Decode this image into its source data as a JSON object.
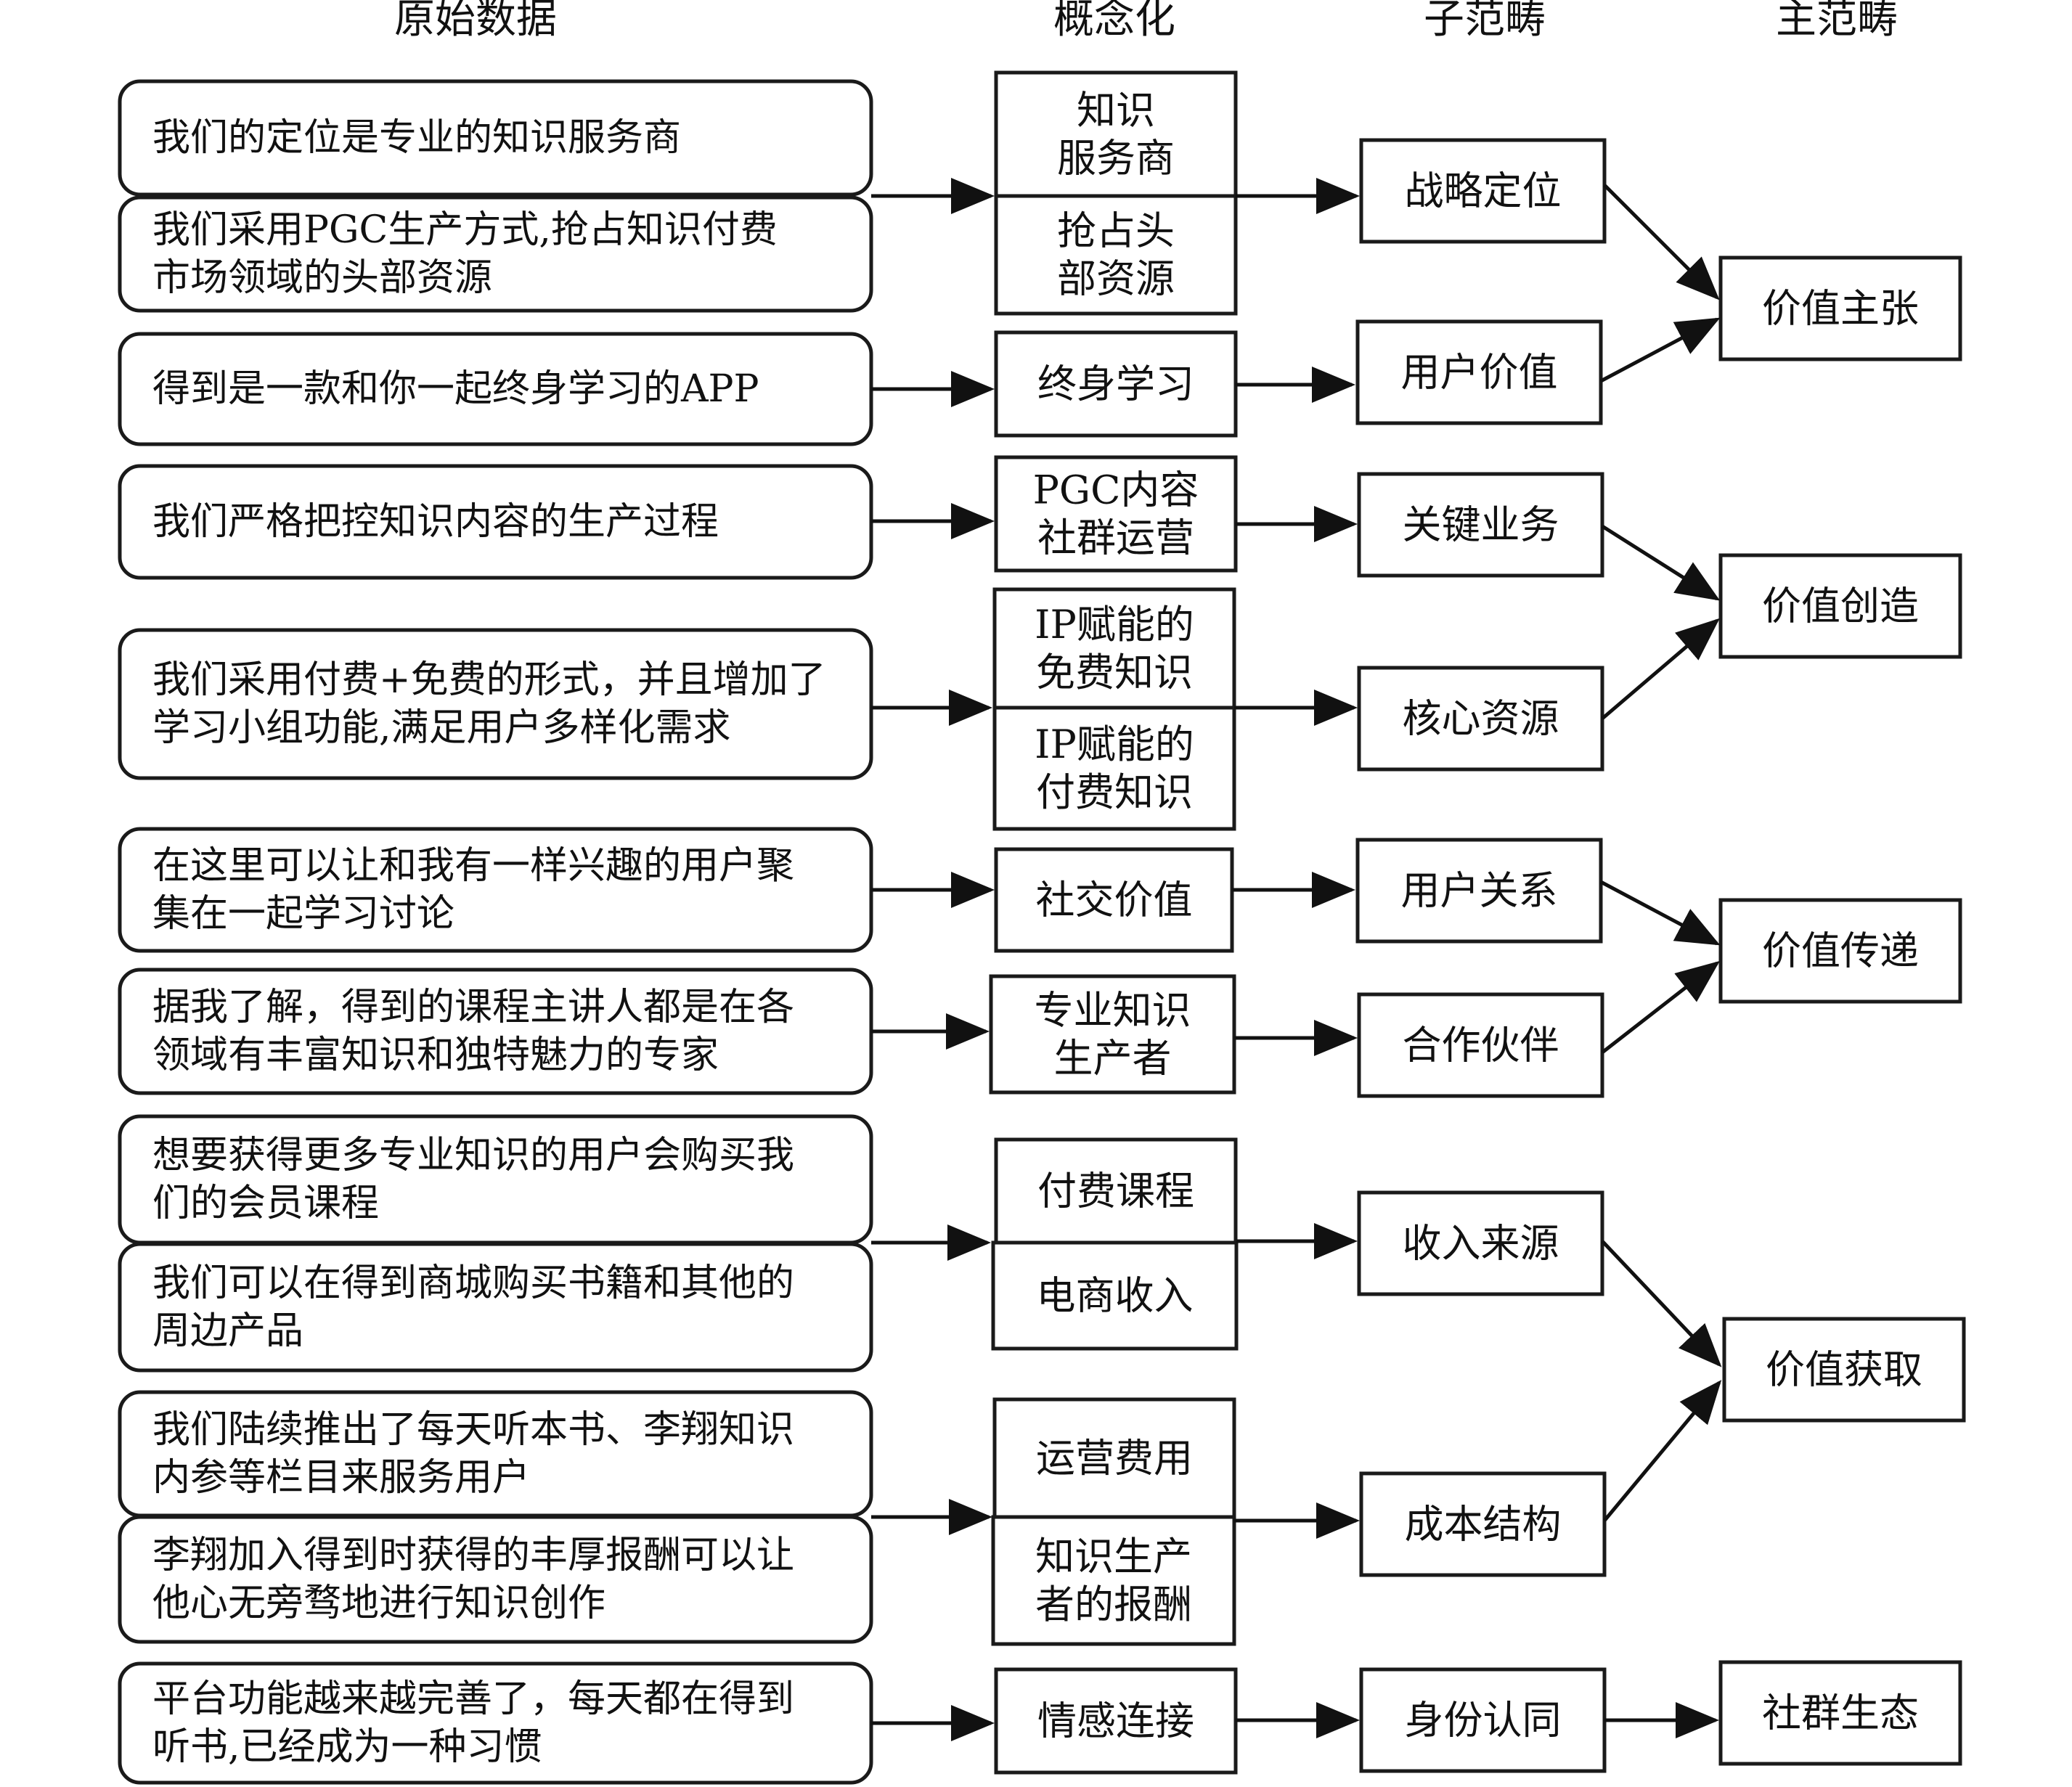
{
  "columns": {
    "raw": "原始数据",
    "concept": "概念化",
    "sub": "子范畴",
    "main": "主范畴"
  },
  "raw_items": [
    [
      "我们的定位是专业的知识服务商"
    ],
    [
      "我们采用PGC生产方式,抢占知识付费",
      "市场领域的头部资源"
    ],
    [
      "得到是一款和你一起终身学习的APP"
    ],
    [
      "我们严格把控知识内容的生产过程"
    ],
    [
      "我们采用付费+免费的形式，并且增加了",
      "学习小组功能,满足用户多样化需求"
    ],
    [
      "在这里可以让和我有一样兴趣的用户聚",
      "集在一起学习讨论"
    ],
    [
      "据我了解，得到的课程主讲人都是在各",
      "领域有丰富知识和独特魅力的专家"
    ],
    [
      "想要获得更多专业知识的用户会购买我",
      "们的会员课程"
    ],
    [
      "我们可以在得到商城购买书籍和其他的",
      "周边产品"
    ],
    [
      "我们陆续推出了每天听本书、李翔知识",
      "内参等栏目来服务用户"
    ],
    [
      "李翔加入得到时获得的丰厚报酬可以让",
      "他心无旁骛地进行知识创作"
    ],
    [
      "平台功能越来越完善了，每天都在得到",
      "听书,已经成为一种习惯"
    ]
  ],
  "concepts": [
    [
      "知识",
      "服务商"
    ],
    [
      "抢占头",
      "部资源"
    ],
    [
      "终身学习"
    ],
    [
      "PGC内容",
      "社群运营"
    ],
    [
      "IP赋能的",
      "免费知识"
    ],
    [
      "IP赋能的",
      "付费知识"
    ],
    [
      "社交价值"
    ],
    [
      "专业知识",
      "生产者"
    ],
    [
      "付费课程"
    ],
    [
      "电商收入"
    ],
    [
      "运营费用"
    ],
    [
      "知识生产",
      "者的报酬"
    ],
    [
      "情感连接"
    ]
  ],
  "sub_categories": [
    "战略定位",
    "用户价值",
    "关键业务",
    "核心资源",
    "用户关系",
    "合作伙伴",
    "收入来源",
    "成本结构",
    "身份认同"
  ],
  "main_categories": [
    "价值主张",
    "价值创造",
    "价值传递",
    "价值获取",
    "社群生态"
  ]
}
